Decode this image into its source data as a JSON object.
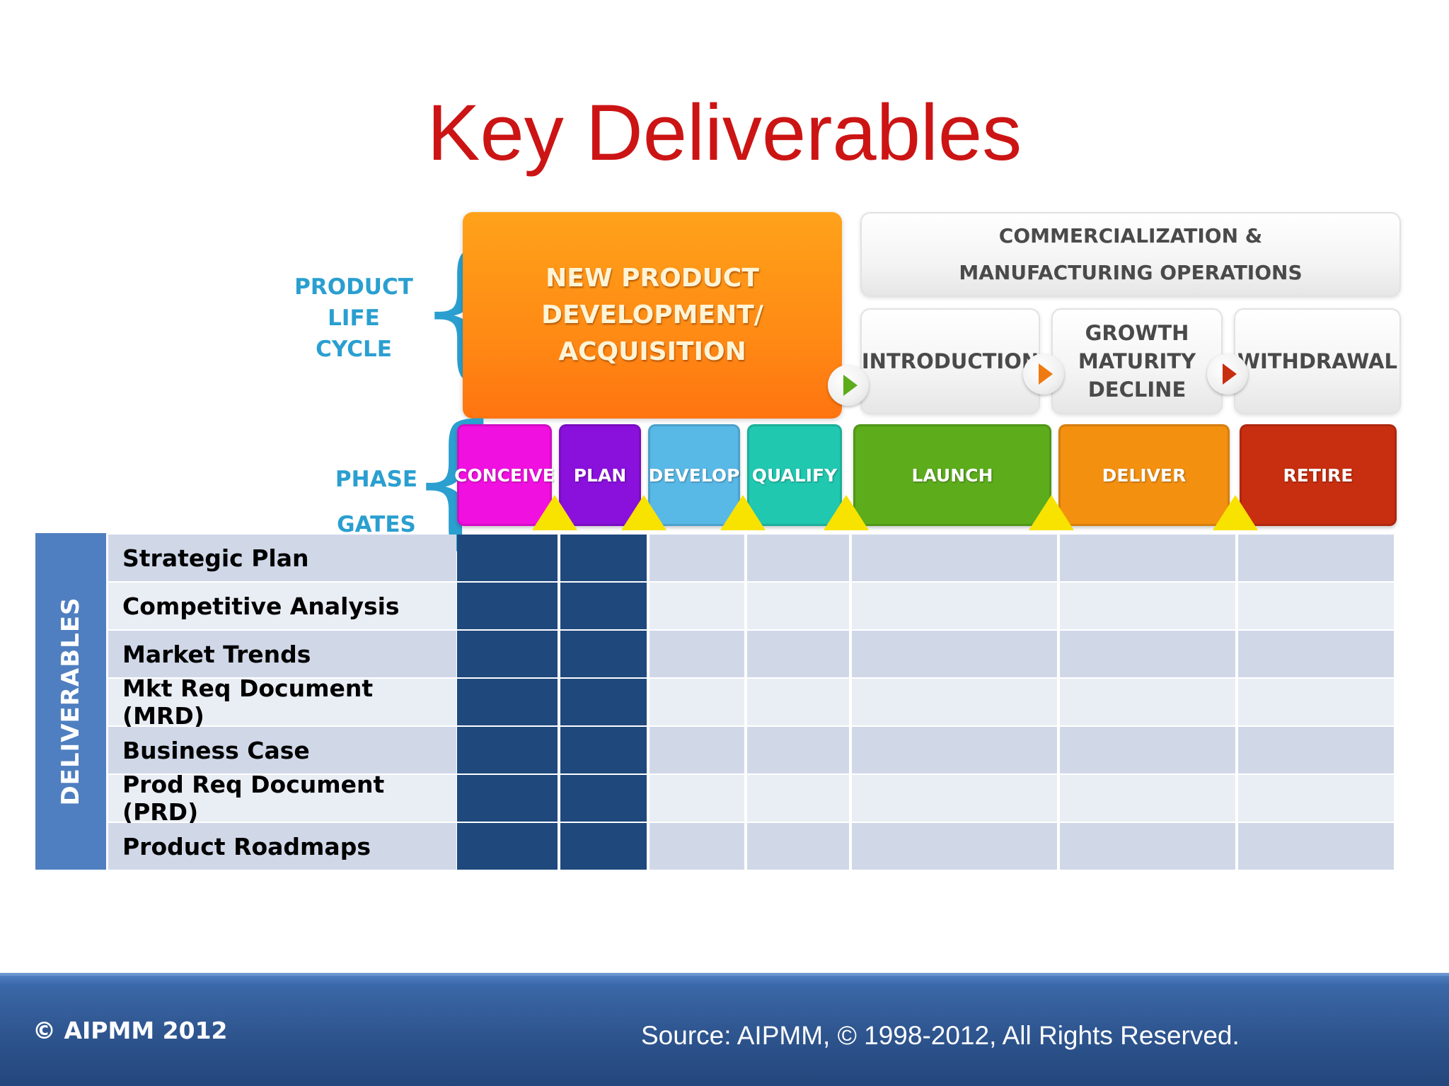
{
  "title": "Key Deliverables",
  "lifecycle": {
    "label": "PRODUCT\nLIFE CYCLE",
    "npd": "NEW PRODUCT\nDEVELOPMENT/\nACQUISITION",
    "commercialization": "COMMERCIALIZATION &\nMANUFACTURING OPERATIONS",
    "introduction": "INTRODUCTION",
    "growth": "GROWTH\nMATURITY\nDECLINE",
    "withdrawal": "WITHDRAWAL"
  },
  "phase_gates": {
    "label": "PHASE\nGATES",
    "phases": [
      {
        "label": "CONCEIVE",
        "color": "#f010e0"
      },
      {
        "label": "PLAN",
        "color": "#8a10dc"
      },
      {
        "label": "DEVELOP",
        "color": "#58b8e6"
      },
      {
        "label": "QUALIFY",
        "color": "#20c8b0"
      },
      {
        "label": "LAUNCH",
        "color": "#5cac1c"
      },
      {
        "label": "DELIVER",
        "color": "#f39010"
      },
      {
        "label": "RETIRE",
        "color": "#c82e10"
      }
    ]
  },
  "deliverables": {
    "label": "DELIVERABLES",
    "rows": [
      "Strategic Plan",
      "Competitive Analysis",
      "Market Trends",
      "Mkt Req Document (MRD)",
      "Business Case",
      "Prod Req Document (PRD)",
      "Product Roadmaps"
    ],
    "filled_columns": [
      "CONCEIVE",
      "PLAN"
    ],
    "colors": {
      "filled": "#1f497d",
      "band": "#4f7fc0",
      "row_odd": "#d0d8e8",
      "row_even": "#e9edf4"
    }
  },
  "footer": {
    "left": "© AIPMM 2012",
    "right": "Source: AIPMM, © 1998-2012, All Rights Reserved."
  }
}
